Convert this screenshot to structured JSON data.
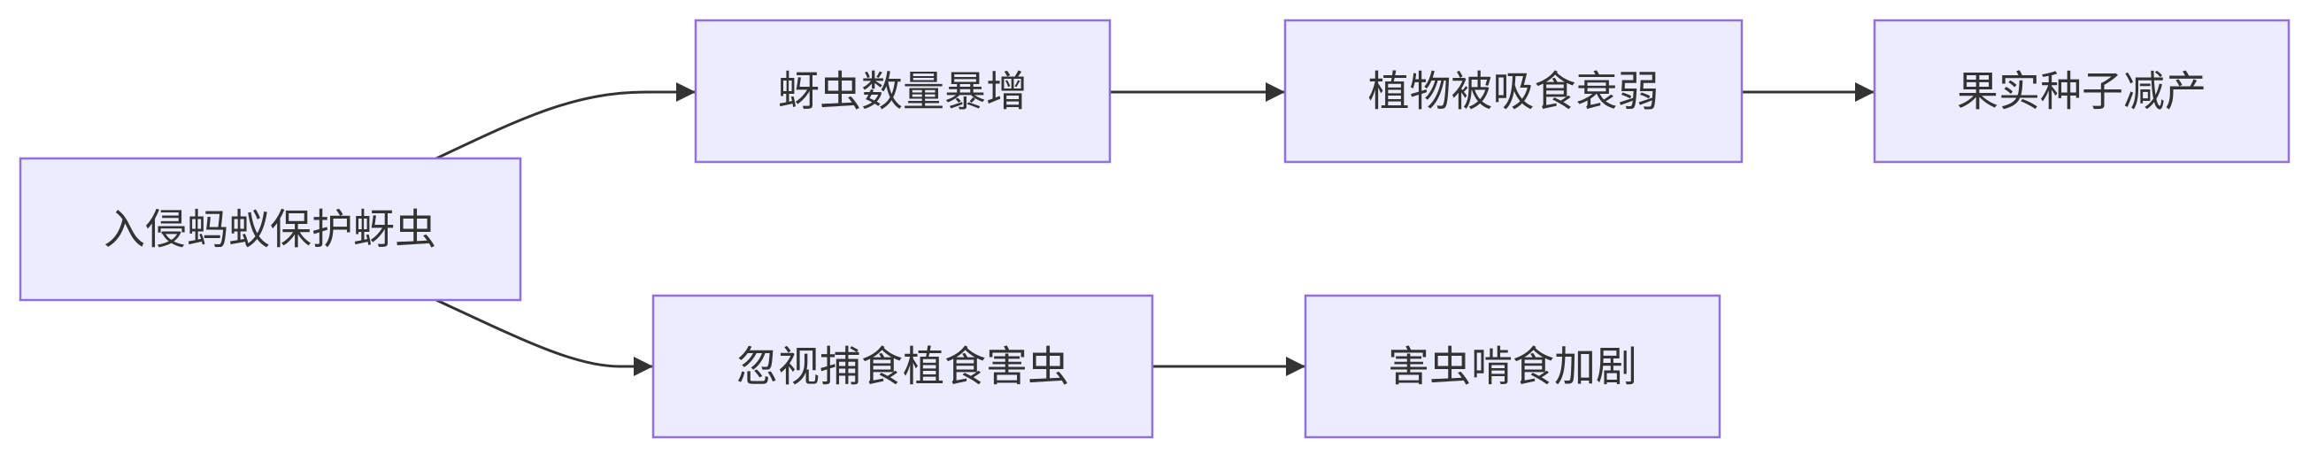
{
  "diagram": {
    "nodes": {
      "ants_protect_aphids": "入侵蚂蚁保护蚜虫",
      "aphid_surge": "蚜虫数量暴增",
      "plants_weakened": "植物被吸食衰弱",
      "yield_drop": "果实种子减产",
      "ignore_herbivores": "忽视捕食植食害虫",
      "pest_feeding_worse": "害虫啃食加剧"
    }
  },
  "colors": {
    "node_fill": "#ECECFF",
    "node_stroke": "#9370DB",
    "edge": "#333333",
    "text": "#333333",
    "background": "#FFFFFF"
  }
}
